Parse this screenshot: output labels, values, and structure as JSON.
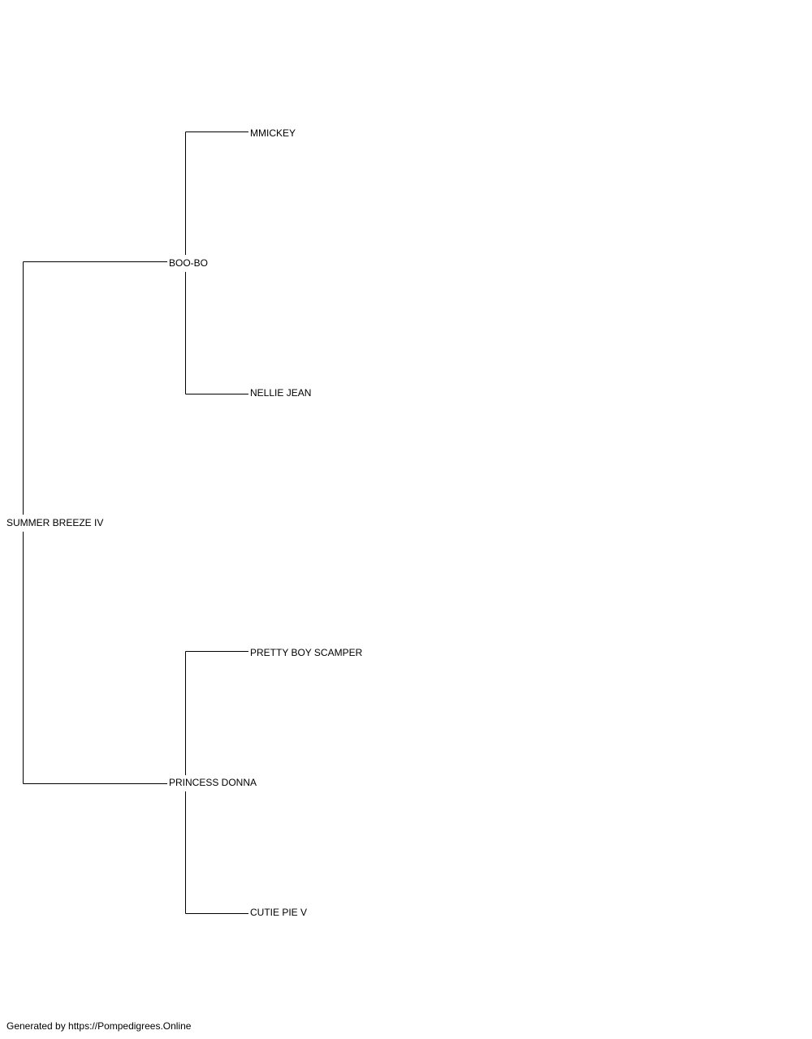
{
  "pedigree": {
    "subject": "SUMMER BREEZE IV",
    "sire": {
      "name": "BOO-BO",
      "sire": {
        "name": "MMICKEY"
      },
      "dam": {
        "name": "NELLIE JEAN"
      }
    },
    "dam": {
      "name": "PRINCESS DONNA",
      "sire": {
        "name": "PRETTY BOY SCAMPER"
      },
      "dam": {
        "name": "CUTIE PIE V"
      }
    }
  },
  "footer": {
    "generated_by": "Generated by https://Pompedigrees.Online"
  }
}
